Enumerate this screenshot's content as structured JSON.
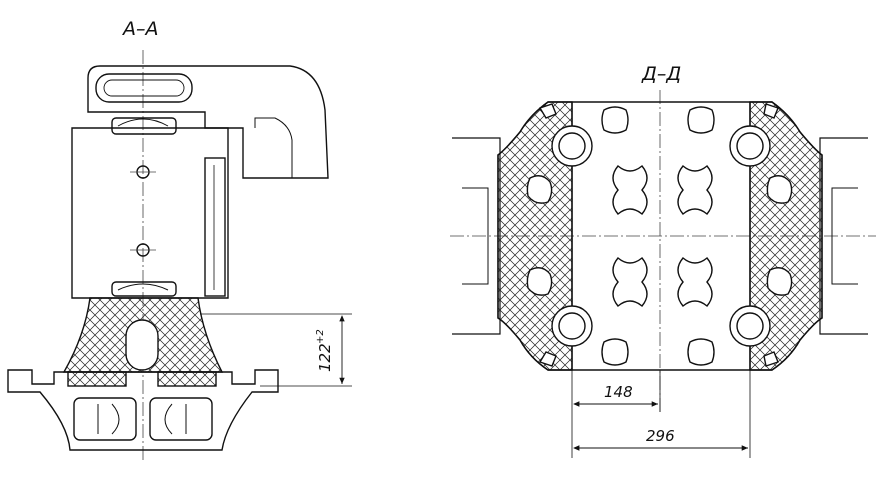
{
  "section_aa": {
    "title": "А–А",
    "dimension": "122",
    "tolerance": "+2"
  },
  "section_dd": {
    "title": "Д–Д",
    "dimension_half": "148",
    "dimension_full": "296"
  },
  "colors": {
    "line": "#111111",
    "centerline": "#444444",
    "hatch": "#222222",
    "background": "#ffffff"
  }
}
